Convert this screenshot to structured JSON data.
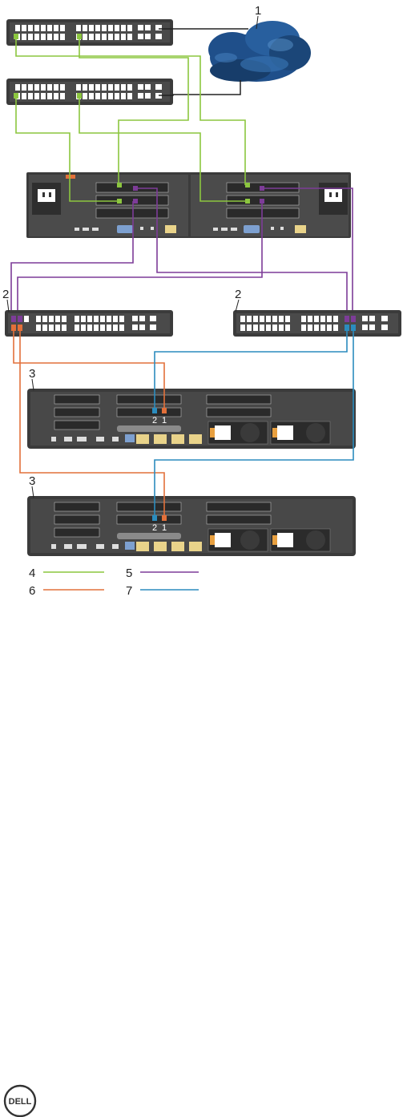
{
  "colors": {
    "green": "#8cc63f",
    "purple": "#7d3c98",
    "orange": "#e2703a",
    "blue": "#2b8cbe",
    "black_link": "#222222",
    "chassis": "#3b3b3b",
    "cloud": "#1f4f8a"
  },
  "callouts": {
    "cloud": "1",
    "switch_left": "2",
    "switch_right": "2",
    "server_top": "3",
    "server_bottom": "3"
  },
  "server_ports": {
    "top": {
      "port2": "2",
      "port1": "1"
    },
    "bottom": {
      "port2": "2",
      "port1": "1"
    }
  },
  "legend": [
    {
      "number": "4",
      "color": "#8cc63f"
    },
    {
      "number": "5",
      "color": "#7d3c98"
    },
    {
      "number": "6",
      "color": "#e2703a"
    },
    {
      "number": "7",
      "color": "#2b8cbe"
    }
  ],
  "logo": {
    "text": "DELL",
    "icon": "dell-logo-icon"
  }
}
